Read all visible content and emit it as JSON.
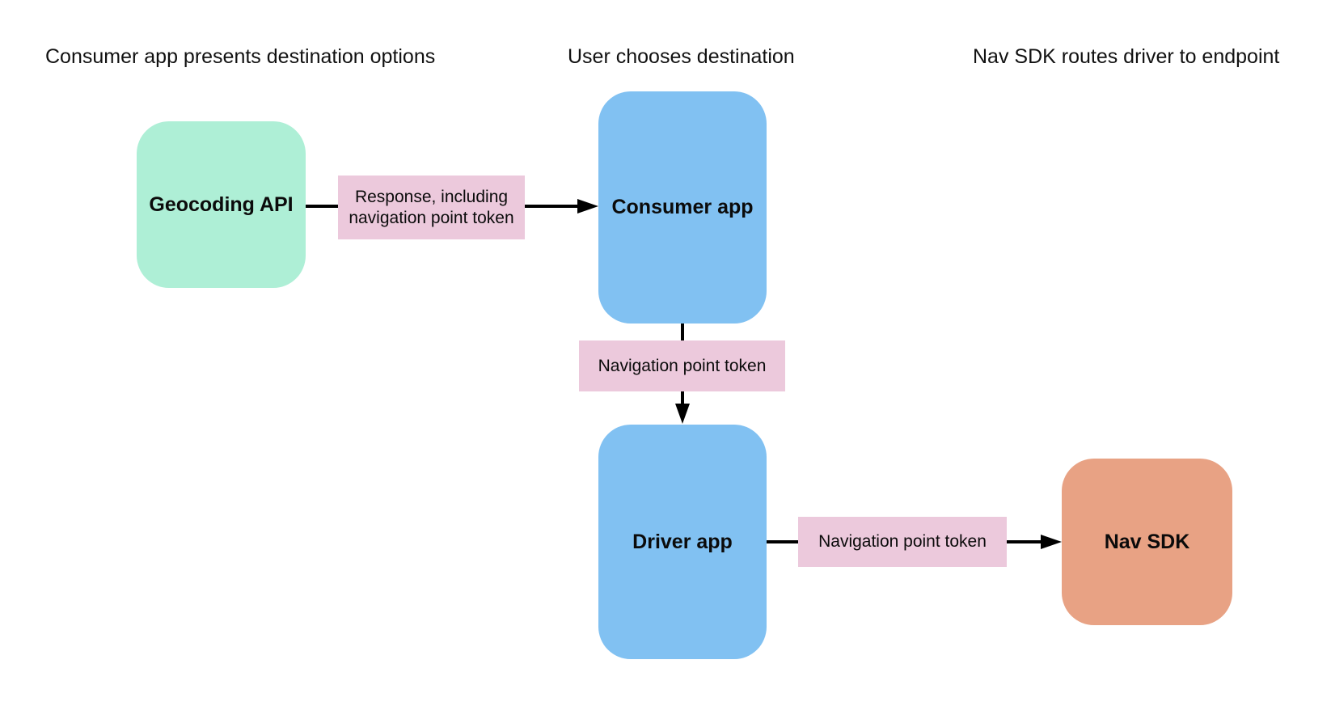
{
  "diagram": {
    "headers": {
      "step1": "Consumer app presents destination options",
      "step2": "User chooses destination",
      "step3": "Nav SDK routes driver to endpoint"
    },
    "nodes": {
      "geocoding_api": {
        "label": "Geocoding API",
        "color": "#aeefd6"
      },
      "consumer_app": {
        "label": "Consumer app",
        "color": "#81c1f2"
      },
      "driver_app": {
        "label": "Driver app",
        "color": "#81c1f2"
      },
      "nav_sdk": {
        "label": "Nav SDK",
        "color": "#e8a284"
      }
    },
    "edges": {
      "geocoding_to_consumer": {
        "label": "Response, including navigation point token"
      },
      "consumer_to_driver": {
        "label": "Navigation point token"
      },
      "driver_to_navsdk": {
        "label": "Navigation point token"
      }
    },
    "colors": {
      "edge_label_bg": "#ecc9dc",
      "arrow": "#000000",
      "text": "#111111"
    }
  }
}
